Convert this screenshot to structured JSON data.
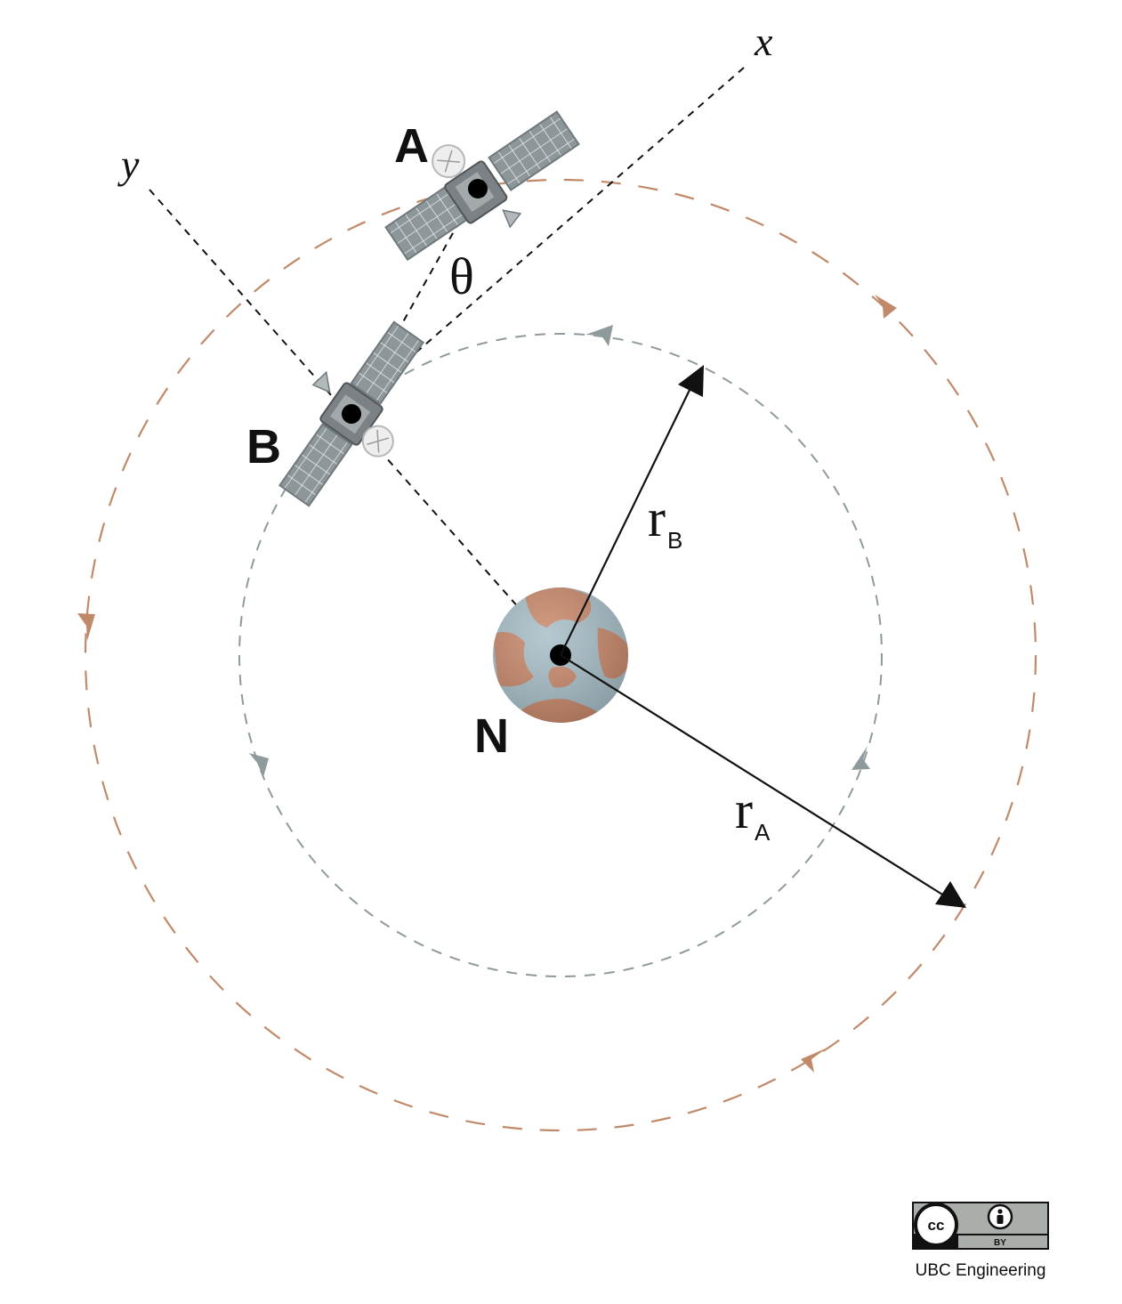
{
  "labels": {
    "satellite_a": "A",
    "satellite_b": "B",
    "planet": "N",
    "angle": "θ",
    "axis_x": "x",
    "axis_y": "y",
    "radius_a_main": "r",
    "radius_a_sub": "A",
    "radius_b_main": "r",
    "radius_b_sub": "B"
  },
  "license": {
    "badge_text": "BY",
    "cc_text": "cc",
    "credit": "UBC Engineering"
  },
  "colors": {
    "outer_orbit": "#c08a6a",
    "inner_orbit": "#8e9a9c",
    "planet_land": "#c98a6c",
    "planet_ocean": "#a9bfc8",
    "solar_panel": "#8d9699",
    "satellite_body": "#7b8184",
    "ink": "#111111"
  },
  "icons": [
    "satellite-icon",
    "planet-icon",
    "creative-commons-icon",
    "attribution-person-icon"
  ]
}
